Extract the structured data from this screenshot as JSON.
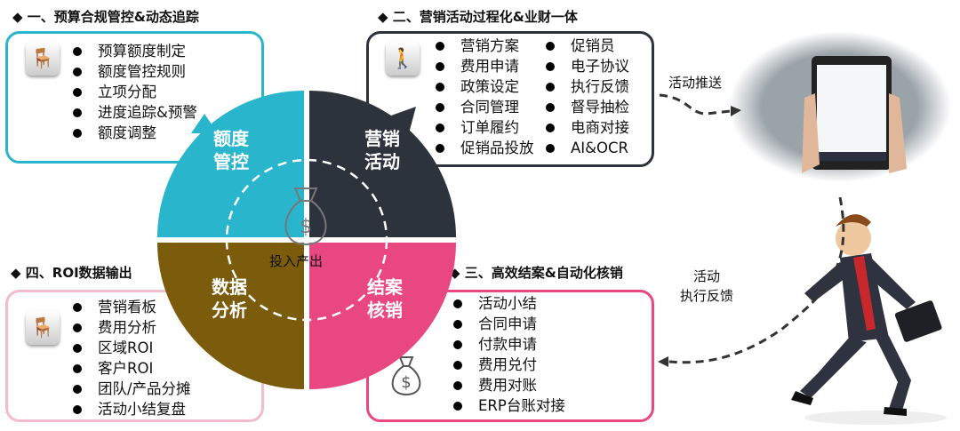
{
  "sections": [
    {
      "header": "一、预算合规管控&动态追踪",
      "quadrant": "额度\n管控",
      "items": [
        "预算额度制定",
        "额度管控规则",
        "立项分配",
        "进度追踪&预警",
        "额度调整"
      ],
      "icon": "desk-person-icon",
      "color": "#29b6cc"
    },
    {
      "header": "二、营销活动过程化&业财一体",
      "quadrant": "营销\n活动",
      "items_col1": [
        "营销方案",
        "费用申请",
        "政策设定",
        "合同管理",
        "订单履约",
        "促销品投放"
      ],
      "items_col2": [
        "促销员",
        "电子协议",
        "执行反馈",
        "督导抽检",
        "电商对接",
        "AI&OCR"
      ],
      "icon": "walking-person-icon",
      "color": "#2d333d"
    },
    {
      "header": "三、高效结案&自动化核销",
      "quadrant": "结案\n核销",
      "items": [
        "活动小结",
        "合同申请",
        "付款申请",
        "费用兑付",
        "费用对账",
        "ERP台账对接"
      ],
      "icon": "money-bag-icon",
      "color": "#e8487f"
    },
    {
      "header": "四、ROI数据输出",
      "quadrant": "数据\n分析",
      "items": [
        "营销看板",
        "费用分析",
        "区域ROI",
        "客户ROI",
        "团队/产品分摊",
        "活动小结复盘"
      ],
      "icon": "desk-person-icon",
      "color": "#7a5c0c"
    }
  ],
  "center_label": "投入产出",
  "push_label": "活动推送",
  "feedback_label_1": "活动",
  "feedback_label_2": "执行反馈"
}
